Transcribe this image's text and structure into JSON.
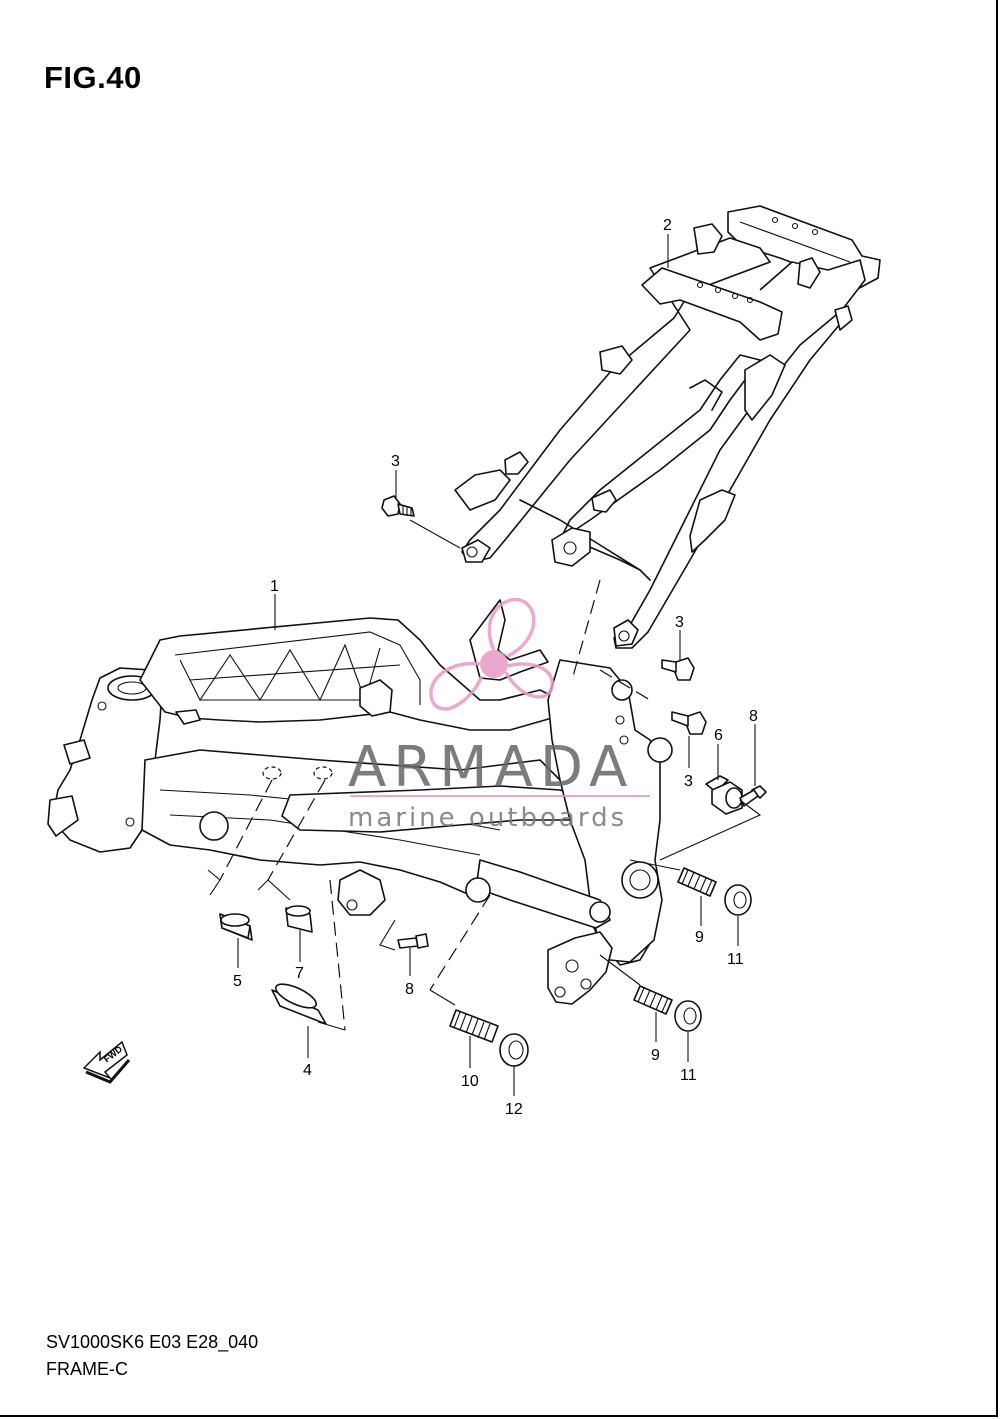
{
  "figure": {
    "title": "FIG.40",
    "code": "SV1000SK6 E03 E28_040",
    "name": "FRAME-C",
    "fwd_label": "FWD"
  },
  "watermark": {
    "brand": "ARMADA",
    "tagline": "marine outboards",
    "logo_color": "#e89ac6",
    "text_color": "#6a6a6a"
  },
  "callouts": {
    "c1": "1",
    "c2": "2",
    "c3a": "3",
    "c3b": "3",
    "c3c": "3",
    "c4": "4",
    "c5": "5",
    "c6": "6",
    "c7": "7",
    "c8a": "8",
    "c8b": "8",
    "c9a": "9",
    "c9b": "9",
    "c10": "10",
    "c11a": "11",
    "c11b": "11",
    "c12": "12"
  }
}
